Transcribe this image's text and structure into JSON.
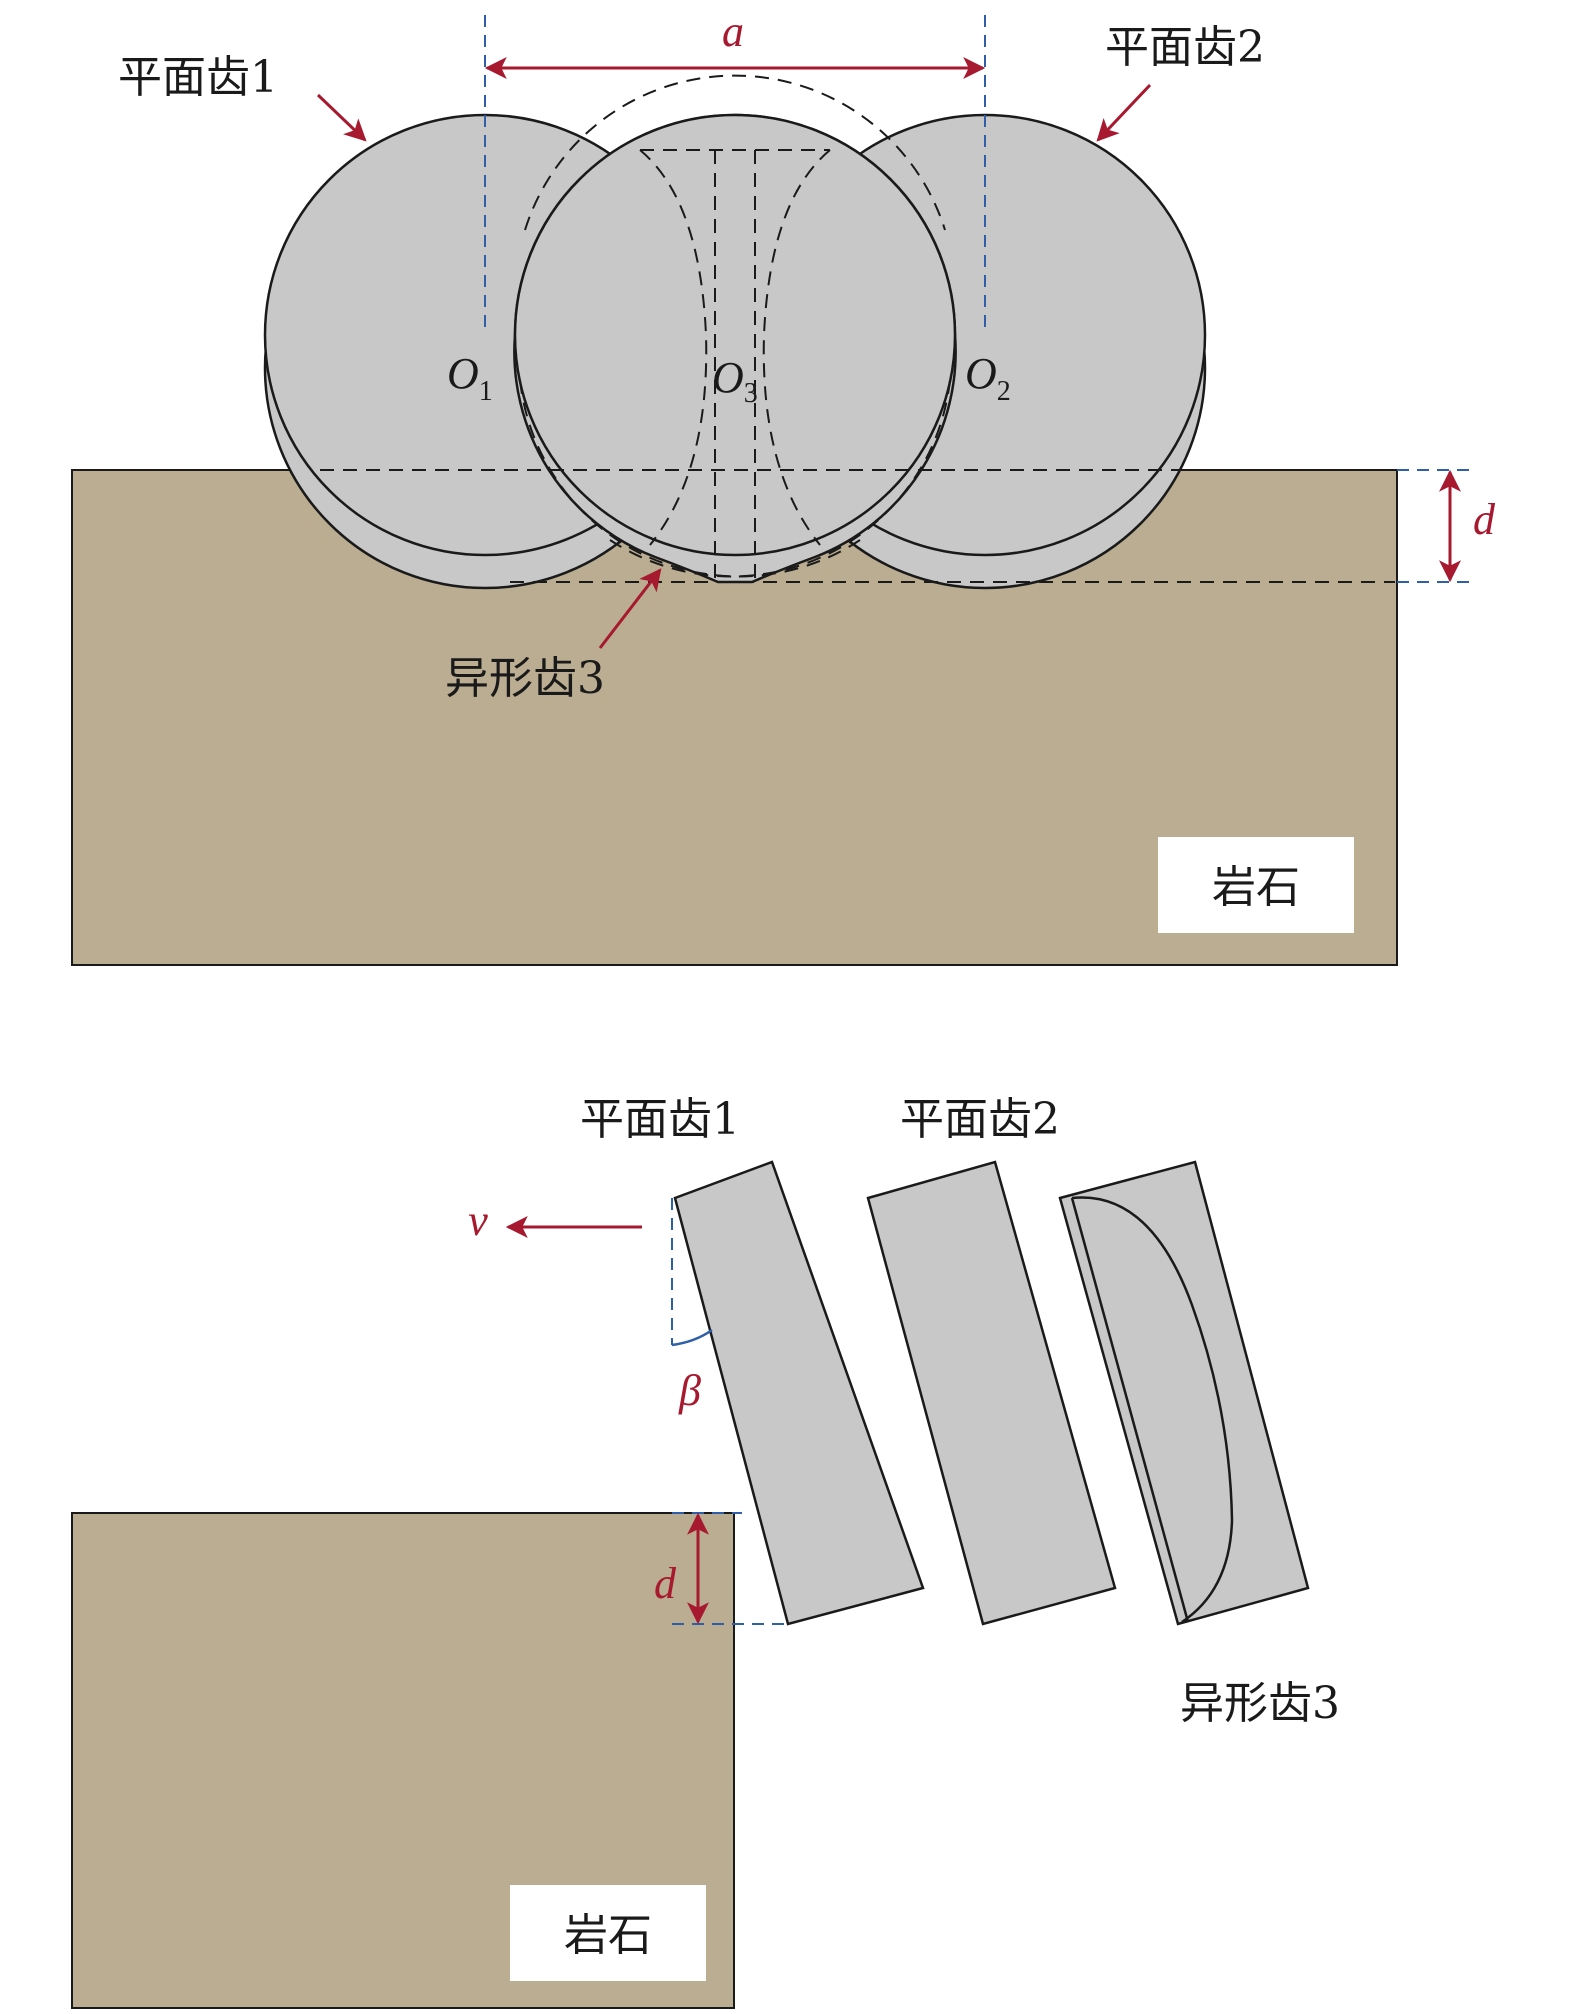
{
  "colors": {
    "rock": "#baad91",
    "cutter": "#c8c8c8",
    "outline": "#1a1a1a",
    "dim_red": "#a6192e",
    "guide_blue": "#2f5fa8"
  },
  "top_view": {
    "label_tooth1": "平面齿1",
    "label_tooth2": "平面齿2",
    "label_tooth3": "异形齿3",
    "spacing_symbol": "a",
    "depth_symbol": "d",
    "center_letter": "O",
    "center1_sub": "1",
    "center2_sub": "2",
    "center3_sub": "3",
    "rock_label": "岩石"
  },
  "side_view": {
    "label_tooth1": "平面齿1",
    "label_tooth2": "平面齿2",
    "label_tooth3": "异形齿3",
    "velocity_symbol": "v",
    "angle_symbol": "β",
    "depth_symbol": "d",
    "rock_label": "岩石"
  }
}
